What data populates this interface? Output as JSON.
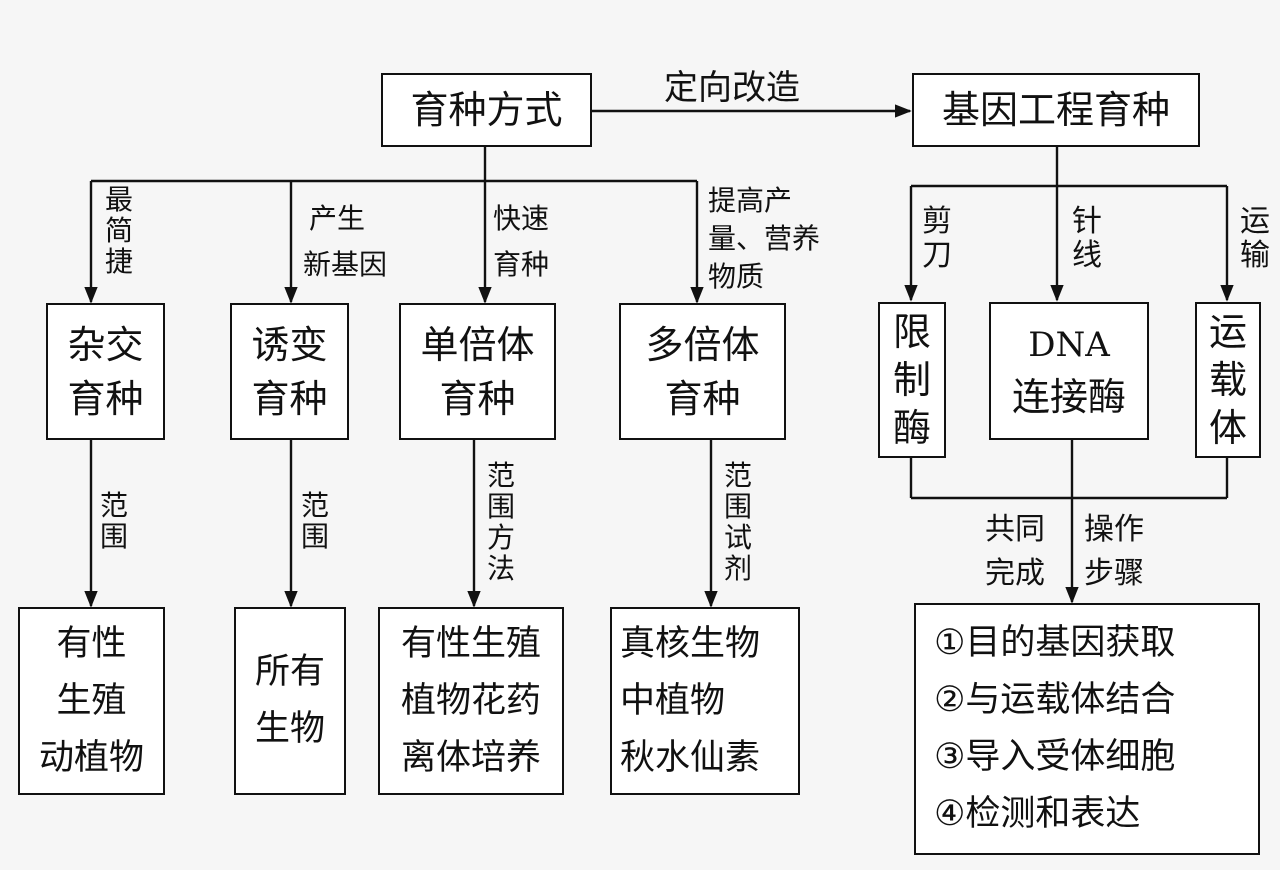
{
  "diagram": {
    "root": "育种方式",
    "top_edge_label": "定向改造",
    "gene_engineering": "基因工程育种",
    "branches": [
      {
        "edge_label": [
          "最",
          "简",
          "捷"
        ],
        "method": [
          "杂交",
          "育种"
        ],
        "range_label": [
          "范",
          "围"
        ],
        "result": [
          "有性",
          "生殖",
          "动植物"
        ]
      },
      {
        "edge_label": [
          "产生",
          "新基因"
        ],
        "method": [
          "诱变",
          "育种"
        ],
        "range_label": [
          "范",
          "围"
        ],
        "result": [
          "所有",
          "生物"
        ]
      },
      {
        "edge_label": [
          "快速",
          "育种"
        ],
        "method": [
          "单倍体",
          "育种"
        ],
        "range_label": [
          "范",
          "围",
          "方",
          "法"
        ],
        "result": [
          "有性生殖",
          "植物花药",
          "离体培养"
        ]
      },
      {
        "edge_label": [
          "提高产",
          "量、营养",
          "物质"
        ],
        "method": [
          "多倍体",
          "育种"
        ],
        "range_label": [
          "范",
          "围",
          "试",
          "剂"
        ],
        "result": [
          "真核生物",
          "中植物",
          "秋水仙素"
        ]
      }
    ],
    "tools": [
      {
        "edge_label": [
          "剪",
          "刀"
        ],
        "name": [
          "限",
          "制",
          "酶"
        ]
      },
      {
        "edge_label": [
          "针",
          "线"
        ],
        "name": [
          "DNA",
          "连接酶"
        ]
      },
      {
        "edge_label": [
          "运",
          "输"
        ],
        "name": [
          "运",
          "载",
          "体"
        ]
      }
    ],
    "join_label_left": [
      "共同",
      "完成"
    ],
    "join_label_right": [
      "操作",
      "步骤"
    ],
    "steps": [
      "①目的基因获取",
      "②与运载体结合",
      "③导入受体细胞",
      "④检测和表达"
    ]
  }
}
